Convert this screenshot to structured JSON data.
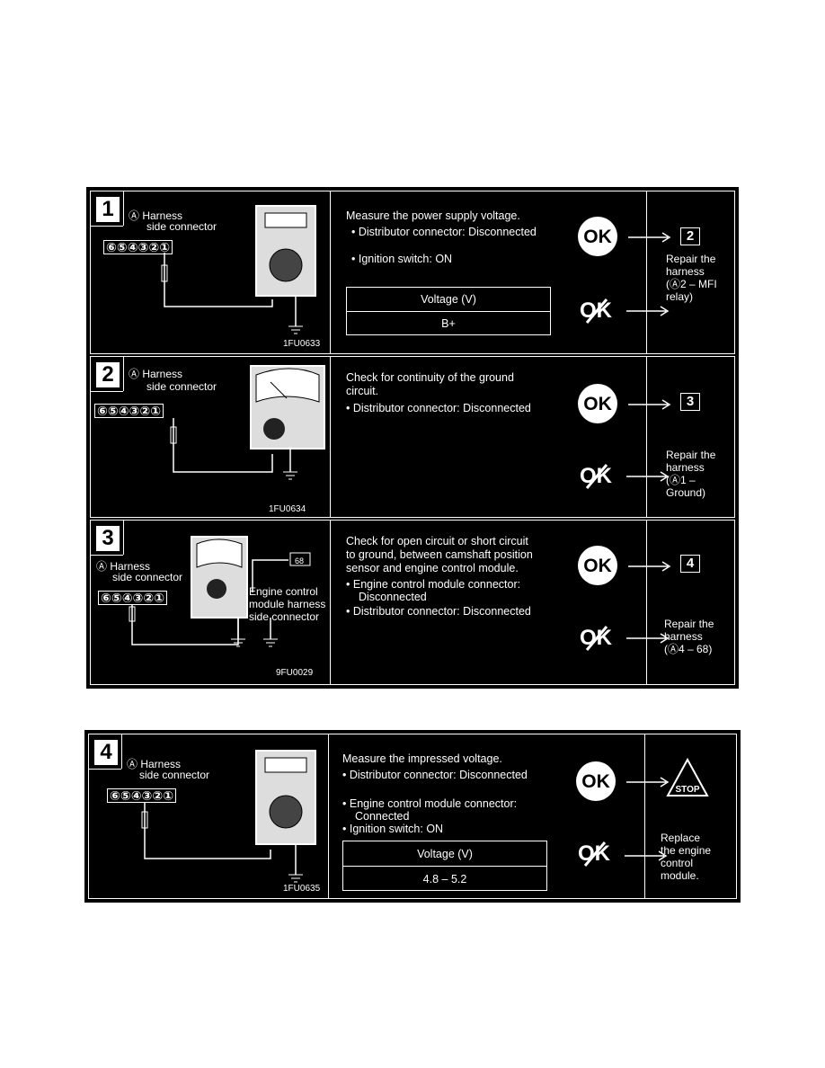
{
  "panel1": {
    "steps": [
      {
        "number": "1",
        "connector_label_1": "Ⓐ Harness",
        "connector_label_2": "side connector",
        "pins": "⑥⑤④③②①",
        "fig_id": "1FU0633",
        "instruction": "Measure the power supply voltage.",
        "bullets": [
          "Distributor  connector: Disconnected",
          "Ignition switch: ON"
        ],
        "table_header": "Voltage (V)",
        "table_value": "B+",
        "ok_result": "2",
        "ng_result_lines": [
          "Repair the",
          "harness",
          "(Ⓐ2 – MFI",
          "relay)"
        ]
      },
      {
        "number": "2",
        "connector_label_1": "Ⓐ Harness",
        "connector_label_2": "side connector",
        "pins": "⑥⑤④③②①",
        "fig_id": "1FU0634",
        "instruction_lines": [
          "Check for continuity of the ground",
          "circuit."
        ],
        "bullets": [
          "Distributor   connector: Disconnected"
        ],
        "ok_result": "3",
        "ng_result_lines": [
          "Repair the",
          "harness",
          "(Ⓐ1 –",
          "Ground)"
        ]
      },
      {
        "number": "3",
        "connector_label_1": "Ⓐ Harness",
        "connector_label_2": "side connector",
        "pins": "⑥⑤④③②①",
        "ecm_label_lines": [
          "Engine control",
          "module harness",
          "side connector"
        ],
        "ecm_pin": "68",
        "fig_id": "9FU0029",
        "instruction_lines": [
          "Check for open circuit or short circuit",
          "to ground, between camshaft position",
          "sensor and engine control module."
        ],
        "bullets": [
          "Engine control module connector:",
          "Disconnected",
          "Distributor   connector: Disconnected"
        ],
        "ok_result": "4",
        "ng_result_lines": [
          "Repair the",
          "harness",
          "(Ⓐ4 – 68)"
        ]
      }
    ]
  },
  "panel2": {
    "step": {
      "number": "4",
      "connector_label_1": "Ⓐ Harness",
      "connector_label_2": "side connector",
      "pins": "⑥⑤④③②①",
      "fig_id": "1FU0635",
      "instruction": "Measure the impressed voltage.",
      "bullets": [
        "Distributor   connector: Disconnected",
        "Engine control module connector:",
        "Connected",
        "Ignition switch: ON"
      ],
      "table_header": "Voltage (V)",
      "table_value": "4.8 – 5.2",
      "ok_result": "STOP",
      "ng_result_lines": [
        "Replace",
        "the engine",
        "control",
        "module."
      ]
    }
  },
  "ok_label": "OK",
  "ng_label": "OK"
}
